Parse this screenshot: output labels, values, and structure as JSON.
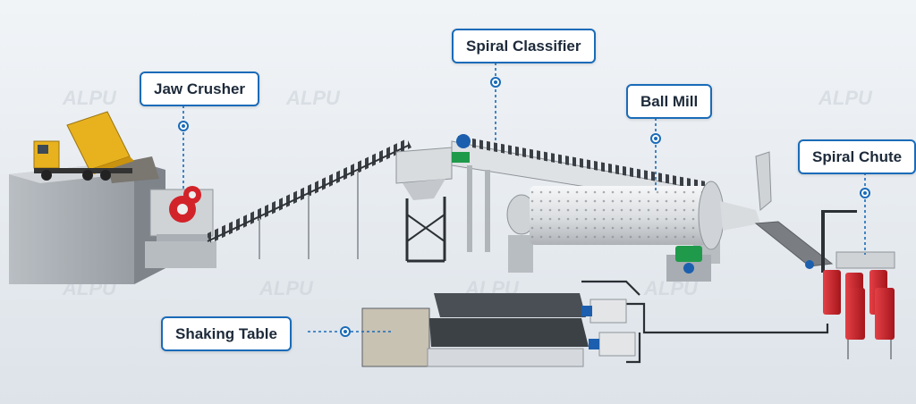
{
  "labels": {
    "jaw_crusher": "Jaw Crusher",
    "spiral_classifier": "Spiral Classifier",
    "ball_mill": "Ball Mill",
    "spiral_chute": "Spiral Chute",
    "shaking_table": "Shaking Table"
  },
  "watermark": "ALPU",
  "colors": {
    "accent": "#1a6bb8",
    "background": "#e9edf1",
    "truck_yellow": "#e8b21f",
    "chute_red": "#d2232a",
    "motor_green": "#1f9a4a"
  }
}
